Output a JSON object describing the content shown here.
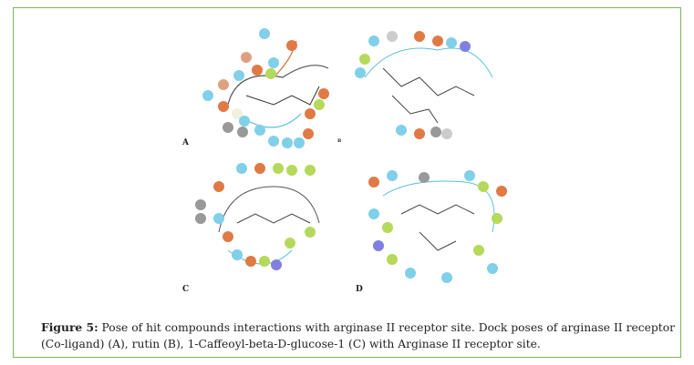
{
  "figure": {
    "panels": [
      {
        "label": "A"
      },
      {
        "label": "B"
      },
      {
        "label": "C"
      },
      {
        "label": "D"
      }
    ],
    "caption_label": "Figure 5:",
    "caption_text": " Pose of hit compounds interactions with arginase II receptor site. Dock poses of arginase II receptor (Co-ligand) (A), rutin (B), 1-Caffeoyl-beta-D-glucose-1 (C) with Arginase II receptor site.",
    "colors": {
      "border": "#7ab55c",
      "acidic": "#e07a45",
      "polar": "#7fd0e8",
      "hydrophobic": "#b5d95a",
      "glycine": "#bbbbbb",
      "charged_pos": "#8080e0"
    }
  }
}
